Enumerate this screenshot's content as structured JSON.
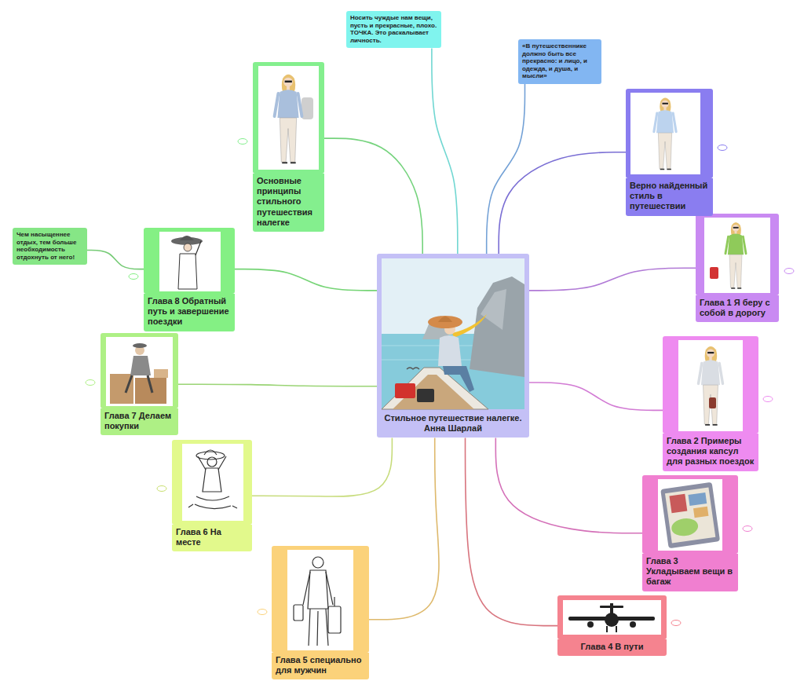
{
  "diagram": {
    "nodes": [
      {
        "text": [
          "Стильное путешествие налегке. Анна Шарлай"
        ]
      },
      {
        "text": [
          "Носить чуждые нам вещи, пусть и прекрасные, плохо. ТОЧКА. Это раскалывает личность."
        ]
      },
      {
        "text": [
          "«В путешественнике должно быть все прекрасно: и лицо, и одежда, и душа, и мысли»"
        ]
      },
      {
        "text": [
          "Основные принципы стильного путешествия налегке"
        ]
      },
      {
        "text": [
          "Верно найденный стиль в путешествии"
        ]
      },
      {
        "text": [
          "Глава 1 Я беру с собой в дорогу"
        ]
      },
      {
        "text": [
          "Глава 2 Примеры создания капсул для разных поездок"
        ]
      },
      {
        "text": [
          "Глава 3 Укладываем вещи в багаж"
        ]
      },
      {
        "text": [
          "Глава 4 В пути"
        ]
      },
      {
        "text": [
          "Глава 5 специально для мужчин"
        ]
      },
      {
        "text": [
          "Глава 6 На месте"
        ]
      },
      {
        "text": [
          "Глава 7 Делаем покупки"
        ]
      },
      {
        "text": [
          "Глава 8 Обратный путь и завершение поездки"
        ]
      },
      {
        "text": [
          "Чем насыщеннее отдых, тем больше необходимость отдохнуть от него!"
        ]
      }
    ],
    "edges": [
      {
        "from": 0,
        "to": 1,
        "arrow": "none"
      },
      {
        "from": 0,
        "to": 2,
        "arrow": "none"
      },
      {
        "from": 0,
        "to": 3,
        "arrow": "none"
      },
      {
        "from": 0,
        "to": 4,
        "arrow": "none"
      },
      {
        "from": 0,
        "to": 5,
        "arrow": "none"
      },
      {
        "from": 0,
        "to": 6,
        "arrow": "none"
      },
      {
        "from": 0,
        "to": 7,
        "arrow": "none"
      },
      {
        "from": 0,
        "to": 8,
        "arrow": "none"
      },
      {
        "from": 0,
        "to": 9,
        "arrow": "none"
      },
      {
        "from": 0,
        "to": 10,
        "arrow": "none"
      },
      {
        "from": 0,
        "to": 11,
        "arrow": "none"
      },
      {
        "from": 0,
        "to": 12,
        "arrow": "none"
      },
      {
        "from": 12,
        "to": 13,
        "arrow": "none"
      }
    ]
  }
}
